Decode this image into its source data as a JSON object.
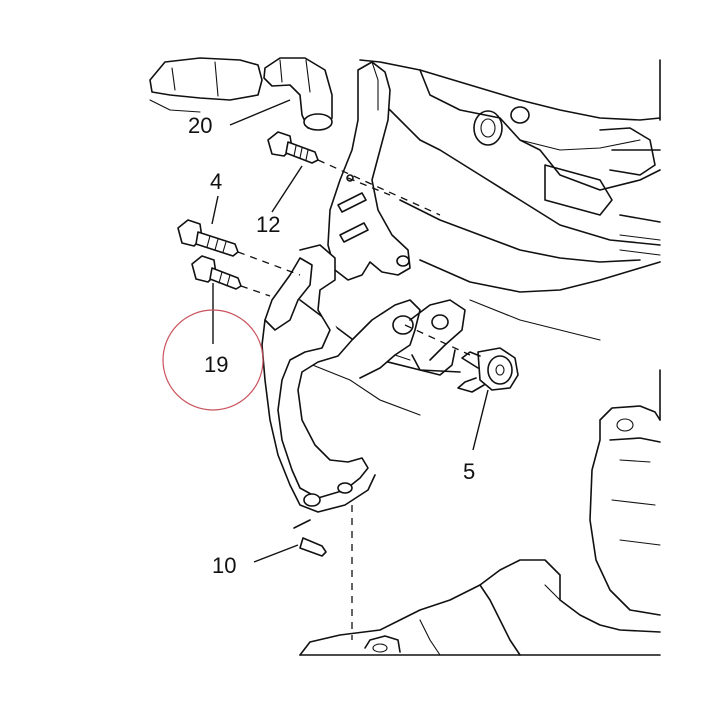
{
  "callouts": {
    "c20": "20",
    "c4": "4",
    "c12": "12",
    "c19": "19",
    "c5": "5",
    "c10": "10"
  },
  "highlight": {
    "target": "19",
    "color": "#c9525d"
  }
}
